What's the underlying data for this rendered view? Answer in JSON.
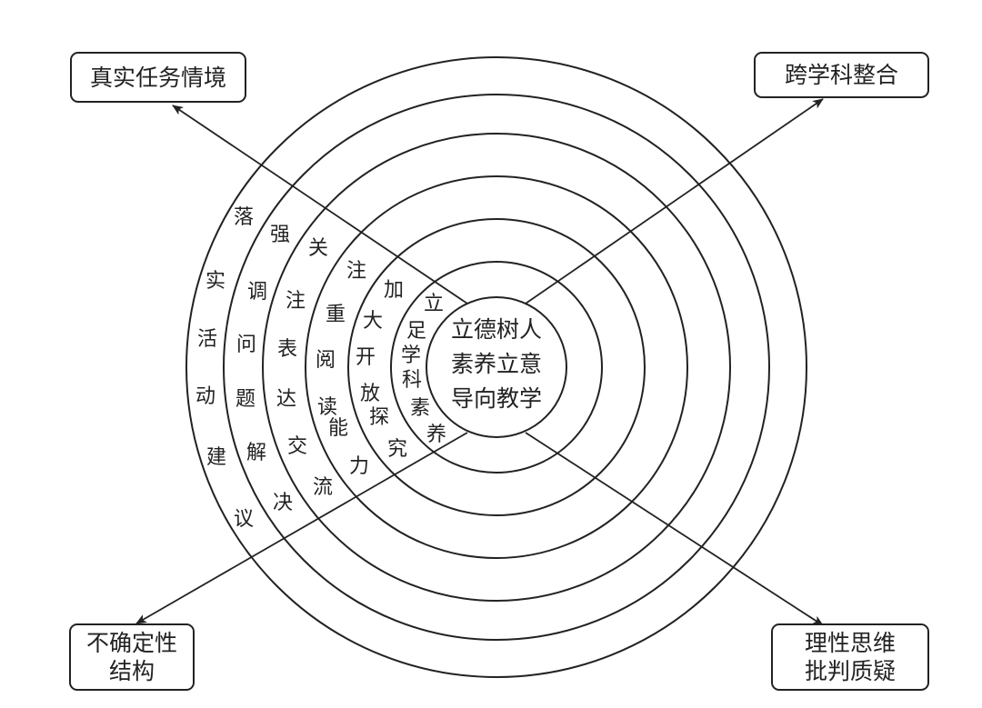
{
  "diagram": {
    "center": {
      "lines": [
        "立德树人",
        "素养立意",
        "导向教学"
      ]
    },
    "rings": [
      {
        "text": "立足学科素养"
      },
      {
        "text": "加大开放探究"
      },
      {
        "text": "注重阅读能力"
      },
      {
        "text": "关注表达交流"
      },
      {
        "text": "强调问题解决"
      },
      {
        "text": "落实活动建议"
      }
    ],
    "corners": {
      "top_left": {
        "lines": [
          "真实任务情境"
        ]
      },
      "top_right": {
        "lines": [
          "跨学科整合"
        ]
      },
      "bottom_left": {
        "lines": [
          "不确定性",
          "结构"
        ]
      },
      "bottom_right": {
        "lines": [
          "理性思维",
          "批判质疑"
        ]
      }
    },
    "stroke_color": "#222222"
  }
}
